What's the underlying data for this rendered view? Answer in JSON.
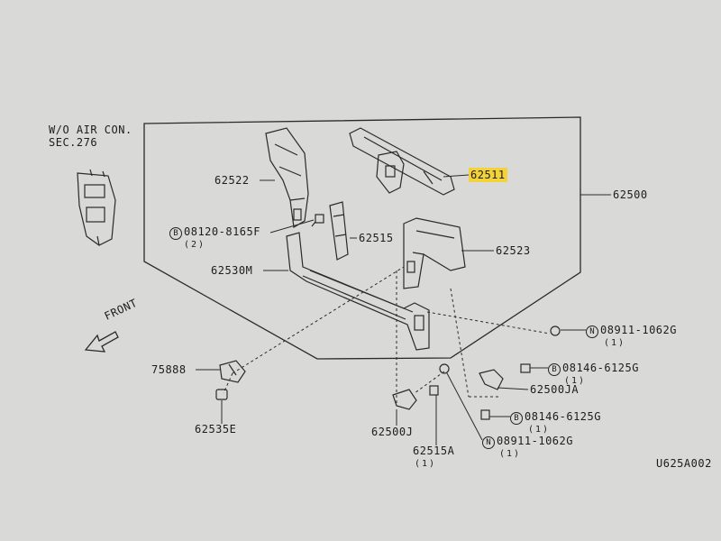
{
  "note": {
    "line1": "W/O AIR CON.",
    "line2": "SEC.276"
  },
  "direction": "FRONT",
  "diagram_code": "U625A002",
  "parts": {
    "p62500": "62500",
    "p62511": "62511",
    "p62522": "62522",
    "p62515": "62515",
    "p62523": "62523",
    "p62530m": "62530M",
    "p75888": "75888",
    "p62535e": "62535E",
    "p62500j": "62500J",
    "p62500ja": "62500JA",
    "p62515a": "62515A",
    "p62515a_qty": "(1)"
  },
  "fasteners": {
    "b1": {
      "symbol": "B",
      "code": "08120-8165F",
      "qty": "(2)"
    },
    "n1": {
      "symbol": "N",
      "code": "08911-1062G",
      "qty": "(1)"
    },
    "b2": {
      "symbol": "B",
      "code": "08146-6125G",
      "qty": "(1)"
    },
    "b3": {
      "symbol": "B",
      "code": "08146-6125G",
      "qty": "(1)"
    },
    "n2": {
      "symbol": "N",
      "code": "08911-1062G",
      "qty": "(1)"
    }
  },
  "colors": {
    "highlight": "#f3d23a",
    "line": "#2a2a2a",
    "paper": "#d9d9d7"
  }
}
